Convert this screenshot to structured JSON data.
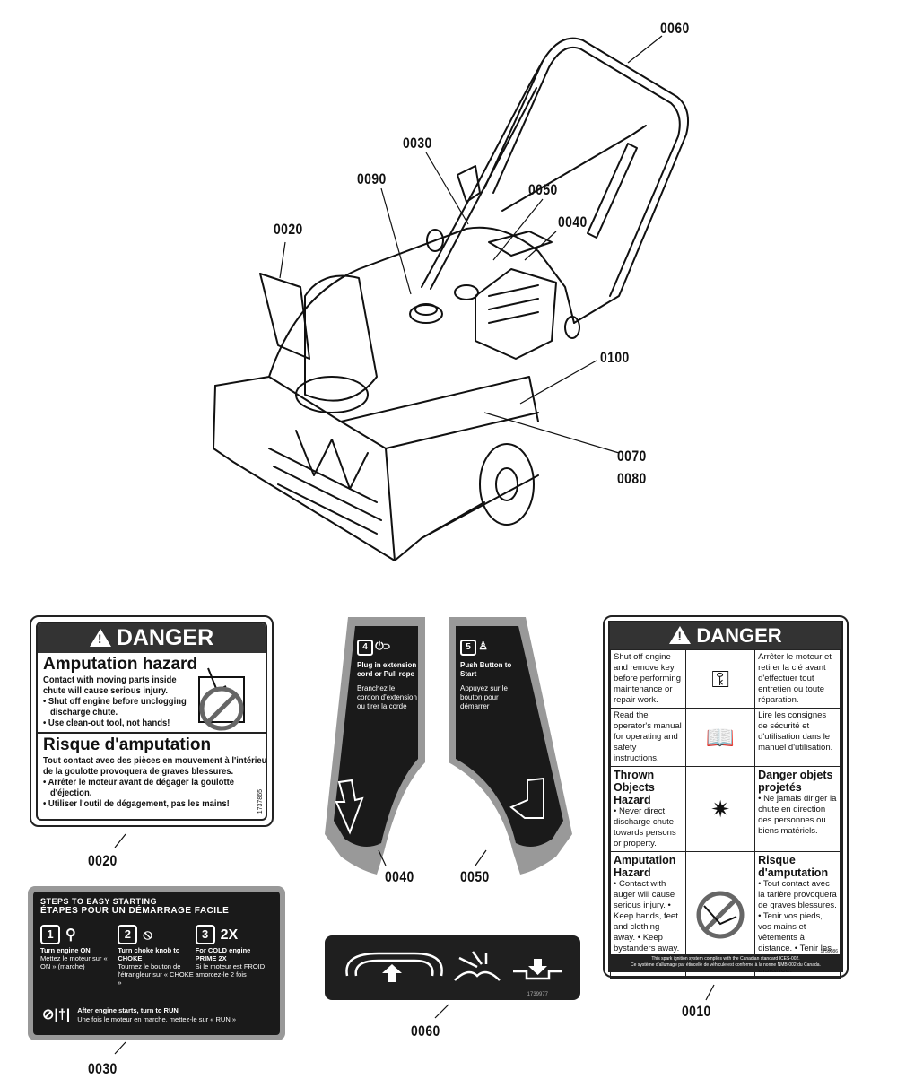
{
  "callouts": {
    "c0060_top": "0060",
    "c0030_top": "0030",
    "c0090": "0090",
    "c0050_top": "0050",
    "c0040_top": "0040",
    "c0020_top": "0020",
    "c0100": "0100",
    "c0070": "0070",
    "c0080": "0080",
    "c0020_bottom": "0020",
    "c0040_bottom": "0040",
    "c0050_bottom": "0050",
    "c0010": "0010",
    "c0060_bottom": "0060",
    "c0030_bottom": "0030"
  },
  "decal_0020": {
    "danger": "DANGER",
    "title_en": "Amputation hazard",
    "line1": "Contact with moving parts inside",
    "line2": "chute will cause serious injury.",
    "bullet1a": "• Shut off engine before unclogging",
    "bullet1b": "discharge chute.",
    "bullet2": "• Use clean-out tool, not hands!",
    "title_fr": "Risque d'amputation",
    "fr1": "Tout contact avec des pièces en mouvement à l'intérieur",
    "fr2": "de la goulotte provoquera de graves blessures.",
    "fr_b1a": "• Arrêter le moteur avant de dégager la goulotte",
    "fr_b1b": "d'éjection.",
    "fr_b2": "• Utiliser l'outil de dégagement, pas les mains!",
    "code": "1737865"
  },
  "decal_0040": {
    "num": "4",
    "en": "Plug in extension cord or Pull rope",
    "fr": "Branchez le cordon d'extension ou tirer la corde"
  },
  "decal_0050": {
    "num": "5",
    "en": "Push Button to Start",
    "fr": "Appuyez sur le bouton pour démarrer"
  },
  "decal_0030": {
    "title_en": "STEPS TO EASY STARTING",
    "title_fr": "ÉTAPES POUR UN DÉMARRAGE FACILE",
    "steps": [
      {
        "num": "1",
        "glyph": "⚲",
        "en": "Turn engine ON",
        "fr": "Mettez le moteur sur « ON » (marche)"
      },
      {
        "num": "2",
        "glyph": "⦸",
        "en": "Turn choke knob to CHOKE",
        "fr": "Tournez le bouton de l'étrangleur sur « CHOKE »"
      },
      {
        "num": "3",
        "glyph": "2X",
        "en": "For COLD engine PRIME 2X",
        "fr": "Si le moteur est FROID amorcez-le 2 fois"
      }
    ],
    "run_glyph": "⊘|†|",
    "run_en": "After engine starts, turn to RUN",
    "run_fr": "Une fois le moteur en marche, mettez-le sur « RUN »"
  },
  "decal_0060": {
    "code": "1739977"
  },
  "decal_0010": {
    "danger": "DANGER",
    "rows": [
      {
        "en": "Shut off engine and remove key before performing maintenance or repair work.",
        "icon": "key-book-icon",
        "fr": "Arrêter le moteur et retirer la clé avant d'effectuer tout entretien ou toute réparation."
      },
      {
        "en": "Read the operator's manual for operating and safety instructions.",
        "icon": "manual-icon",
        "fr": "Lire les consignes de sécurité et d'utilisation dans le manuel d'utilisation."
      },
      {
        "en_h": "Thrown Objects Hazard",
        "en": "• Never direct discharge chute towards persons or property.",
        "icon": "thrown-objects-icon",
        "fr_h": "Danger objets projetés",
        "fr": "• Ne jamais diriger la chute en direction des personnes ou biens matériels."
      },
      {
        "en_h": "Amputation Hazard",
        "en": "• Contact with auger will cause serious injury. • Keep hands, feet and clothing away. • Keep bystanders away.",
        "icon": "auger-hazard-icon",
        "fr_h": "Risque d'amputation",
        "fr": "• Tout contact avec la tarière provoquera de graves blessures. • Tenir vos pieds, vos mains et vêtements à distance. • Tenir les spectateurs à distance."
      }
    ],
    "foot1": "This spark ignition system complies with the Canadian standard ICES-002.",
    "foot2": "Ce système d'allumage par étincelle de véhicule est conforme à la norme NMB-002 du Canada.",
    "code": "1759086"
  }
}
